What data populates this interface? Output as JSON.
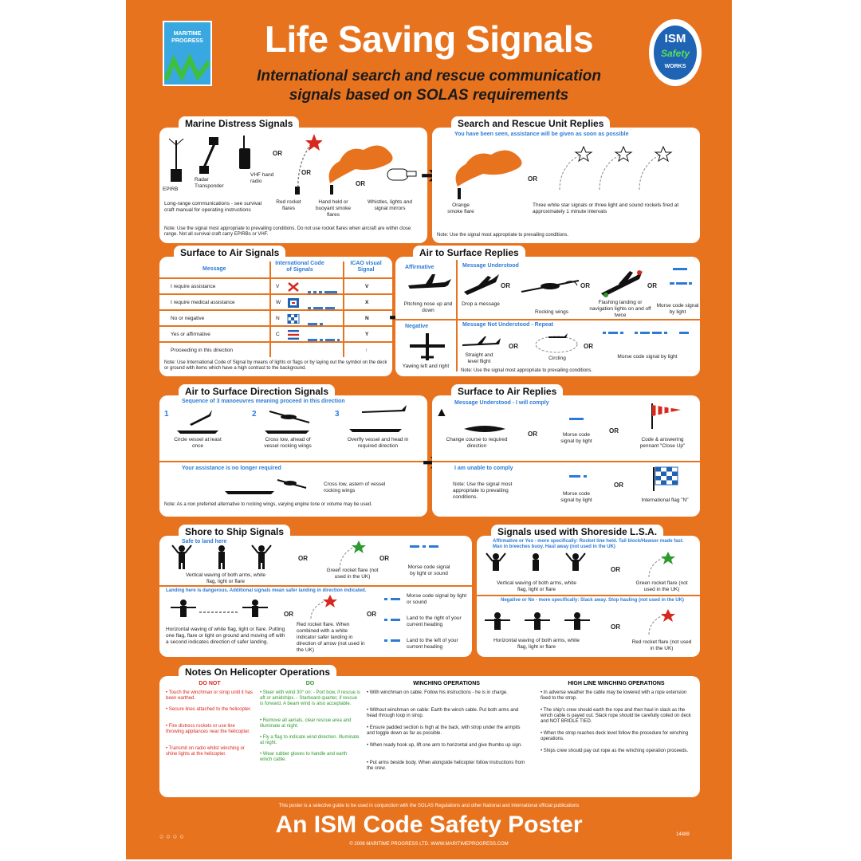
{
  "header": {
    "title": "Life Saving Signals",
    "subtitle_line1": "International search and rescue communication",
    "subtitle_line2": "signals based on SOLAS requirements",
    "logo_left_text": "MARITIME PROGRESS",
    "logo_right_top": "ISM",
    "logo_right_mid": "Safety",
    "logo_right_bottom": "WORKS"
  },
  "marine_distress": {
    "title": "Marine Distress Signals",
    "labels": {
      "epirb": "EPIRB",
      "radar": "Radar Transponder",
      "vhf": "VHF hand radio",
      "red_rocket": "Red rocket flares",
      "smoke": "Hand held or buoyant smoke flares",
      "whistles": "Whistles, lights and signal mirrors"
    },
    "longrange": "Long-range communications - see survival craft manual for operating instructions",
    "note": "Note: Use the signal most appropriate to prevailing conditions. Do not use rocket flares when aircraft are within close range. Not all survival craft carry EPIRBs or VHF.",
    "or": "OR"
  },
  "sar_replies": {
    "title": "Search and Rescue Unit Replies",
    "sub": "You have been seen, assistance will be given as soon as possible",
    "orange_smoke": "Orange smoke flare",
    "three_star": "Three white star signals or three light and sound rockets fired at approximately 1 minute intervals",
    "note": "Note: Use the signal most appropriate to prevailing conditions.",
    "or": "OR"
  },
  "surface_air": {
    "title": "Surface to Air Signals",
    "headers": [
      "Message",
      "International Code of Signals",
      "ICAO visual Signal"
    ],
    "rows": [
      {
        "message": "I require assistance",
        "code": "V",
        "icao": "V"
      },
      {
        "message": "I require medical assistance",
        "code": "W",
        "icao": "X"
      },
      {
        "message": "No or negative",
        "code": "N",
        "icao": "N"
      },
      {
        "message": "Yes or affirmative",
        "code": "C",
        "icao": "Y"
      },
      {
        "message": "Proceeding in this direction",
        "code": "",
        "icao": "↑"
      }
    ],
    "note": "Note: Use International Code of Signal by means of lights or flags or by laying out the symbol on the deck or ground with items which have a high contrast to the background."
  },
  "air_surface_replies": {
    "title": "Air to Surface Replies",
    "affirmative": "Affirmative",
    "msg_understood": "Message Understood",
    "dropping": "Pitching nose up and down",
    "drop_message": "Drop a message",
    "rocking": "Rocking wings",
    "flashing": "Flashing landing or navigation lights on and off twice",
    "morse_r": "Morse code signal by light",
    "negative": "Negative",
    "not_understood": "Message Not Understood - Repeat",
    "yawing": "Yawing left and right",
    "straight": "Straight and level flight",
    "circling": "Circling",
    "morse_rpt": "Morse code signal by light",
    "note": "Note: Use the signal most appropriate to prevailing conditions.",
    "or": "OR"
  },
  "air_surface_dir": {
    "title": "Air to Surface Direction Signals",
    "sub": "Sequence of 3 manoeuvres meaning proceed in this direction",
    "steps": [
      {
        "num": "1",
        "text": "Circle vessel at least once"
      },
      {
        "num": "2",
        "text": "Cross low, ahead of vessel rocking wings"
      },
      {
        "num": "3",
        "text": "Overfly vessel and head in required direction"
      }
    ],
    "no_longer": "Your assistance is no longer required",
    "cross_astern": "Cross low, astern of vessel rocking wings",
    "note": "Note: As a non preferred alternative to rocking wings, varying engine tone or volume may be used."
  },
  "surface_air_replies": {
    "title": "Surface to Air Replies",
    "comply": "Message Understood - I will comply",
    "change_course": "Change course to required direction",
    "morse_light": "Morse code signal by light",
    "code_pennant": "Code & answering pennant \"Close Up\"",
    "unable": "I am unable to comply",
    "note_use": "Note: Use the signal most appropriate to prevailing conditions.",
    "morse_light2": "Morse code signal by light",
    "flag_n": "International flag \"N\"",
    "or": "OR"
  },
  "shore_ship": {
    "title": "Shore to Ship Signals",
    "safe": "Safe to land here",
    "vertical": "Vertical waving of both arms, white flag, light or flare",
    "green_rocket": "Green rocket flare (not used in the UK)",
    "morse": "Morse code signal by light or sound",
    "dangerous": "Landing here is dangerous. Additional signals mean safer landing in direction indicated.",
    "horizontal": "Horizontal waving of white flag, light or flare. Putting one flag, flare or light on ground and moving off with a second indicates direction of safer landing.",
    "red_rocket": "Red rocket flare. When combined with a white indicator safer landing in direction of arrow (not used in the UK)",
    "morse2": "Morse code signal by light or sound",
    "land_right": "Land to the right of your current heading",
    "land_left": "Land to the left of your current heading",
    "or": "OR"
  },
  "shoreside_lsa": {
    "title": "Signals used with Shoreside L.S.A.",
    "affirm": "Affirmative or Yes - more specifically: Rocket line held. Tail block/Hawser made fast. Man in breeches buoy. Haul away (not used in the UK)",
    "vertical": "Vertical waving of both arms, white flag, light or flare",
    "green": "Green rocket flare (not used in the UK)",
    "negative": "Negative or No - more specifically: Slack away. Stop hauling (not used in the UK)",
    "horizontal": "Horizontal waving of both arms, white flag, light or flare",
    "red": "Red rocket flare (not used in the UK)",
    "or": "OR"
  },
  "helicopter": {
    "title": "Notes On Helicopter Operations",
    "do_not_head": "DO NOT",
    "do_head": "DO",
    "winching_head": "WINCHING OPERATIONS",
    "highline_head": "HIGH LINE WINCHING OPERATIONS",
    "do_not": [
      "Touch the winchman or strop until it has been earthed.",
      "Secure lines attached to the helicopter.",
      "Fire distress rockets or use line throwing appliances near the helicopter.",
      "Transmit on radio whilst winching or shine lights at the helicopter."
    ],
    "do": [
      "Steer with wind 30° on: - Port bow, if rescue is aft or amidships. - Starboard quarter, if rescue is forward. A beam wind is also acceptable.",
      "Remove all aerials, clear rescue area and illuminate at night.",
      "Fly a flag to indicate wind direction. Illuminate at night.",
      "Wear rubber gloves to handle and earth winch cable."
    ],
    "winching": [
      "With winchman on cable: Follow his instructions - he is in charge.",
      "Without winchman on cable: Earth the winch cable. Put both arms and head through loop in strop.",
      "Ensure padded section is high at the back, with strop under the armpits and toggle down as far as possible.",
      "When ready hook up, lift one arm to horizontal and give thumbs up sign.",
      "Put arms beside body. When alongside helicopter follow instructions from the crew."
    ],
    "highline": [
      "In adverse weather the cable may be lowered with a rope extension fixed to the strop.",
      "The ship's crew should earth the rope and then haul in slack as the winch cable is payed out. Slack rope should be carefully coiled on deck and NOT BRIDLE TIED.",
      "When the strop reaches deck level follow the procedure for winching operations.",
      "Ships crew should pay out rope as the winching operation proceeds."
    ]
  },
  "footer": {
    "disclaimer": "This poster is a selective guide to be used in conjunction with the SOLAS Regulations and other National and International official publications",
    "title": "An ISM Code Safety Poster",
    "copyright": "© 2006 MARITIME PROGRESS LTD.     WWW.MARITIMEPROGRESS.COM",
    "code": "14489"
  },
  "colors": {
    "background": "#E8731F",
    "accent_blue": "#2B7BD6",
    "red": "#D8271C",
    "green": "#2E9A2E"
  }
}
